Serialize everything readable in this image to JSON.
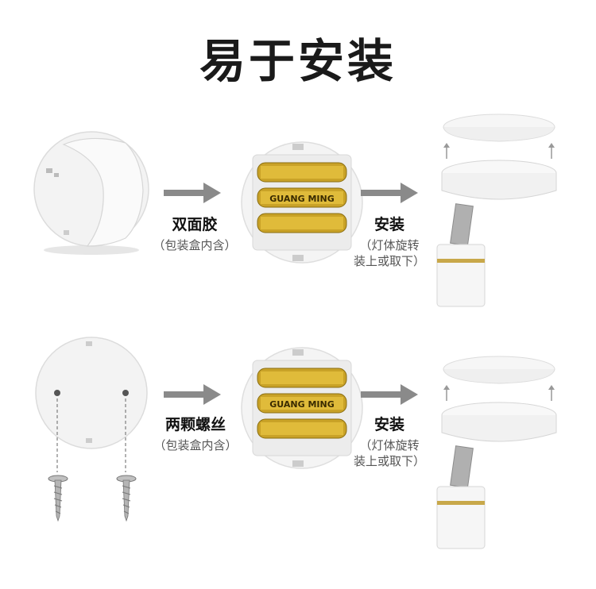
{
  "title": "易于安装",
  "row1": {
    "label_left": "双面胶",
    "sub_left": "（包装盒内含）",
    "label_right": "安装",
    "sub_right_line1": "（灯体旋转",
    "sub_right_line2": "装上或取下）"
  },
  "row2": {
    "label_left": "两颗螺丝",
    "sub_left": "（包装盒内含）",
    "label_right": "安装",
    "sub_right_line1": "（灯体旋转",
    "sub_right_line2": "装上或取下）"
  },
  "battery_text": {
    "brand": "GUANG MING"
  },
  "colors": {
    "arrow": "#8a8a8a",
    "battery_gold": "#c9a227",
    "device_white": "#f4f4f4",
    "accent_gold": "#c8a84a"
  }
}
